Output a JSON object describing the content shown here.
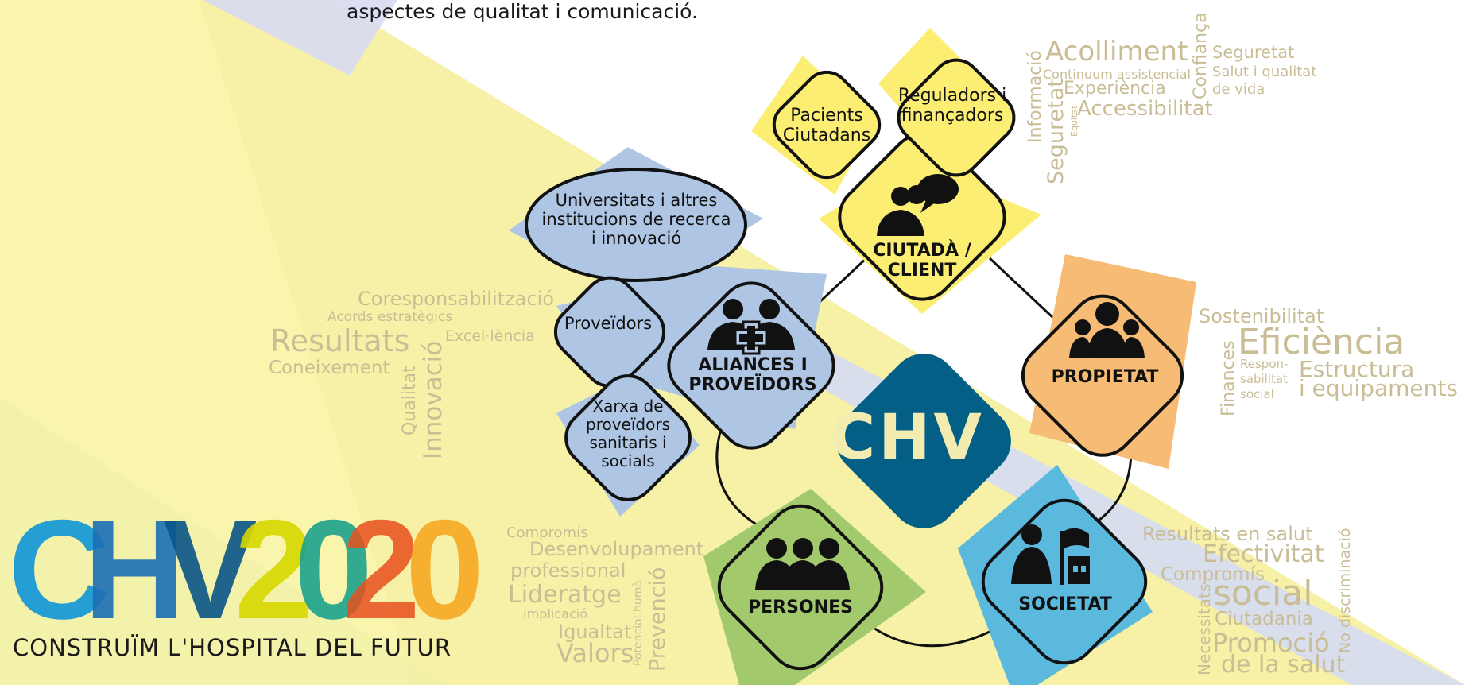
{
  "intro_text": "aspectes de qualitat i comunicació.",
  "center_logo": "CHV",
  "brand": {
    "logo_text": "CHV2020",
    "tagline": "CONSTRUÏM L'HOSPITAL DEL FUTUR",
    "colors": [
      "#1a9ad6",
      "#1d6fb6",
      "#d7d800",
      "#0f9e8a",
      "#e8501e",
      "#f7a823"
    ]
  },
  "nodes": {
    "ciutada": "CIUTADÀ / CLIENT",
    "aliances": "ALIANCES I PROVEÏDORS",
    "propietat": "PROPIETAT",
    "persones": "PERSONES",
    "societat": "SOCIETAT",
    "pacients": "Pacients Ciutadans",
    "reguladors": "Reguladors i finançadors",
    "universitats": "Universitats i altres institucions de recerca i innovació",
    "proveidors": "Proveïdors",
    "xarxa": "Xarxa de proveïdors sanitaris i socials"
  },
  "words": {
    "client": [
      "Acolliment",
      "Continuum assistencial",
      "Experiència",
      "Accessibilitat",
      "Seguretat",
      "Salut i qualitat",
      "de vida",
      "Confiança",
      "Informació",
      "Seguretat",
      "Equitat"
    ],
    "aliances": [
      "Coresponsabilització",
      "Acords estratègics",
      "Resultats",
      "Excel·lència",
      "Coneixement",
      "Innovació",
      "Qualitat"
    ],
    "propietat": [
      "Sostenibilitat",
      "Eficiència",
      "Finances",
      "Respon-",
      "sabilitat",
      "social",
      "Estructura",
      "i equipaments"
    ],
    "persones": [
      "Compromís",
      "Desenvolupament",
      "professional",
      "Lideratge",
      "Implicació",
      "Igualtat",
      "Valors",
      "Potencial humà",
      "Prevenció"
    ],
    "societat": [
      "Resultats en salut",
      "Efectivitat",
      "Compromís",
      "social",
      "Ciutadania",
      "Promoció",
      "de la salut",
      "Necessitats",
      "No discriminació"
    ]
  },
  "colors": {
    "yellow_node": "#fbee72",
    "blue_node": "#aec6e4",
    "orange_node": "#f6bb74",
    "green_node": "#a3c96d",
    "cyan_node": "#5cb9de",
    "center_node": "#035f86",
    "word_color": "#c9bd96"
  },
  "icons": [
    "people-speech-icon",
    "people-plus-icon",
    "group-icon",
    "three-people-icon",
    "person-flag-building-icon"
  ]
}
